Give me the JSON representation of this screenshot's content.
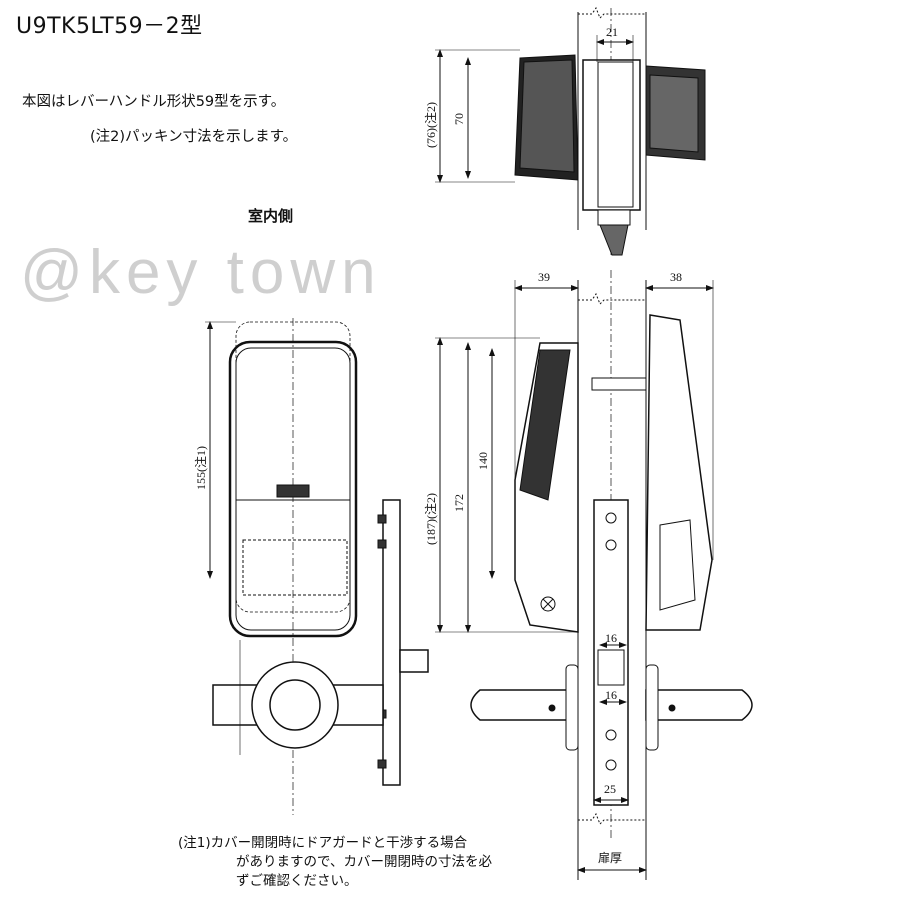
{
  "title": "U9TK5LT59－2型",
  "notes": {
    "line1": "本図はレバーハンドル形状59型を示す。",
    "line2": "(注2)パッキン寸法を示します。"
  },
  "indoor_label": "室内側",
  "watermark": "@key town",
  "dimensions": {
    "top_plate": "21",
    "top_height": "70",
    "top_packing": "(76)(注2)",
    "front_height": "155(注1)",
    "indoor_depth": "39",
    "outdoor_depth": "38",
    "body_140": "140",
    "body_172": "172",
    "packing_187": "(187)(注2)",
    "strike_16a": "16",
    "strike_16b": "16",
    "case_25": "25",
    "door_thickness": "扉厚"
  },
  "footnote": {
    "line1": "(注1)カバー開閉時にドアガードと干渉する場合",
    "line2": "がありますので、カバー開閉時の寸法を必",
    "line3": "ずご確認ください。"
  }
}
